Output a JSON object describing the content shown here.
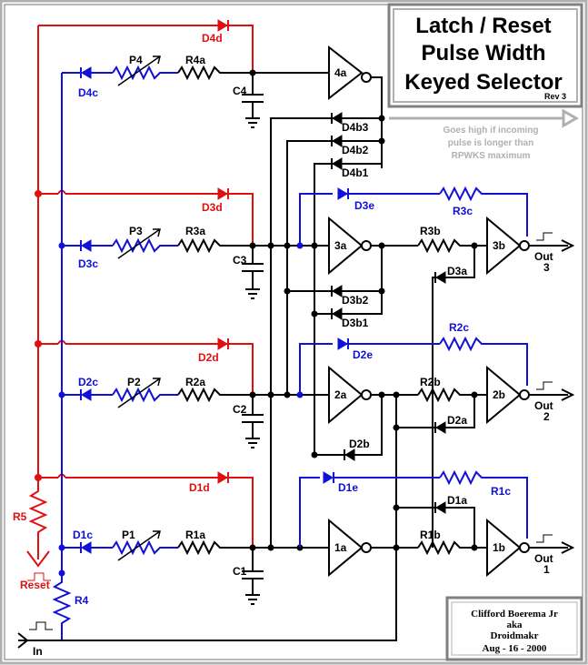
{
  "title": {
    "line1": "Latch / Reset",
    "line2": "Pulse Width",
    "line3": "Keyed Selector",
    "rev": "Rev 3"
  },
  "credit": {
    "name": "Clifford Boerema Jr",
    "aka": "aka",
    "handle": "Droidmakr",
    "date": "Aug - 16 - 2000"
  },
  "note": {
    "line1": "Goes high if incoming",
    "line2": "pulse is longer than",
    "line3": "RPWKS maximum"
  },
  "labels": {
    "d4d": "D4d",
    "d3d": "D3d",
    "d2d": "D2d",
    "d1d": "D1d",
    "d4c": "D4c",
    "d3c": "D3c",
    "d2c": "D2c",
    "d1c": "D1c",
    "p4": "P4",
    "p3": "P3",
    "p2": "P2",
    "p1": "P1",
    "r4a": "R4a",
    "r3a": "R3a",
    "r2a": "R2a",
    "r1a": "R1a",
    "c4": "C4",
    "c3": "C3",
    "c2": "C2",
    "c1": "C1",
    "g4a": "4a",
    "g3a": "3a",
    "g2a": "2a",
    "g1a": "1a",
    "g3b": "3b",
    "g2b": "2b",
    "g1b": "1b",
    "d4b3": "D4b3",
    "d4b2": "D4b2",
    "d4b1": "D4b1",
    "d3b2": "D3b2",
    "d3b1": "D3b1",
    "d2b": "D2b",
    "d3e": "D3e",
    "d2e": "D2e",
    "d1e": "D1e",
    "r3c": "R3c",
    "r2c": "R2c",
    "r1c": "R1c",
    "r3b": "R3b",
    "r2b": "R2b",
    "r1b": "R1b",
    "d3a": "D3a",
    "d2a": "D2a",
    "d1a": "D1a",
    "out3": "Out",
    "out3n": "3",
    "out2": "Out",
    "out2n": "2",
    "out1": "Out",
    "out1n": "1",
    "r5": "R5",
    "r4": "R4",
    "reset": "Reset",
    "in": "In"
  }
}
